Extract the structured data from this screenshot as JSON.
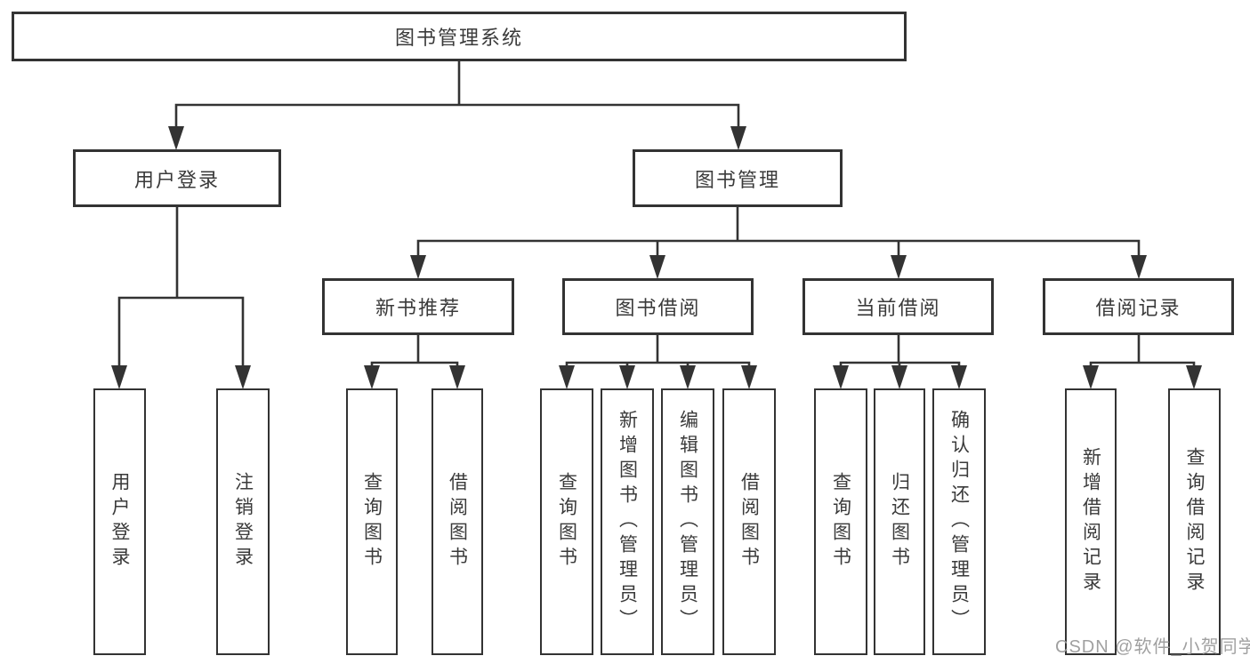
{
  "tree": {
    "root": {
      "label": "图书管理系统",
      "children": [
        {
          "label": "用户登录",
          "children": [
            {
              "label": "用户登录"
            },
            {
              "label": "注销登录"
            }
          ]
        },
        {
          "label": "图书管理",
          "children": [
            {
              "label": "新书推荐",
              "children": [
                {
                  "label": "查询图书"
                },
                {
                  "label": "借阅图书"
                }
              ]
            },
            {
              "label": "图书借阅",
              "children": [
                {
                  "label": "查询图书"
                },
                {
                  "label": "新增图书（管理员）"
                },
                {
                  "label": "编辑图书（管理员）"
                },
                {
                  "label": "借阅图书"
                }
              ]
            },
            {
              "label": "当前借阅",
              "children": [
                {
                  "label": "查询图书"
                },
                {
                  "label": "归还图书"
                },
                {
                  "label": "确认归还（管理员）"
                }
              ]
            },
            {
              "label": "借阅记录",
              "children": [
                {
                  "label": "新增借阅记录"
                },
                {
                  "label": "查询借阅记录"
                }
              ]
            }
          ]
        }
      ]
    }
  },
  "watermark": {
    "text": "CSDN @软件_小贺同学"
  },
  "colors": {
    "line": "#333333",
    "box_border": "#333333",
    "text": "#3a3a3a",
    "watermark": "#9b9b9b",
    "background": "#ffffff"
  }
}
